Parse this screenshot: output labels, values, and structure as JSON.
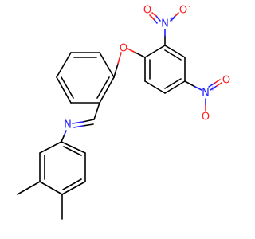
{
  "colors": {
    "carbon": "#000000",
    "nitrogen": "#2020ff",
    "oxygen": "#ff2020",
    "background": "#ffffff"
  },
  "labels": {
    "ether_oxygen": "O",
    "imine_nitrogen": "N",
    "nitro1_nitrogen": "N",
    "nitro1_oxygen_top": "O",
    "nitro1_oxygen_side": "O",
    "nitro2_nitrogen": "N",
    "nitro2_oxygen_top": "O",
    "nitro2_oxygen_bottom": "O",
    "plus": "+",
    "minus": "-"
  }
}
